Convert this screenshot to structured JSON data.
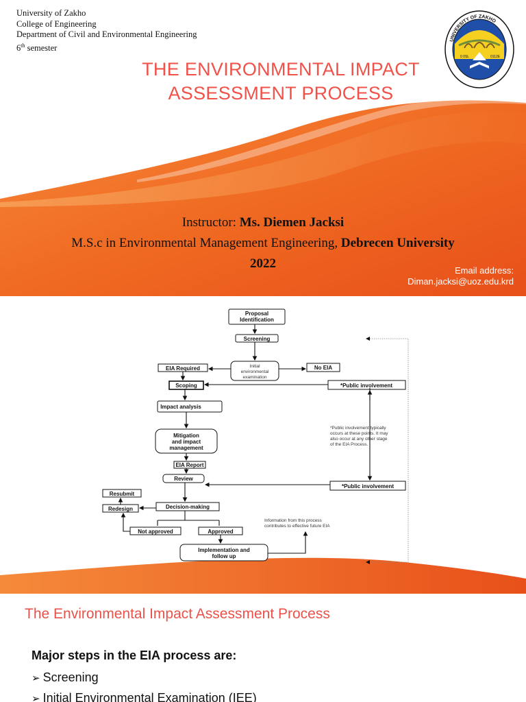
{
  "slide1": {
    "header_lines": [
      "University of Zakho",
      "College of Engineering",
      "Department of Civil and Environmental Engineering"
    ],
    "semester_num": "6",
    "semester_sup": "th",
    "semester_word": " semester",
    "title_line1": "THE ENVIRONMENTAL IMPACT",
    "title_line2": "ASSESSMENT PROCESS",
    "instructor_label": "Instructor: ",
    "instructor_name": "Ms. Diemen Jacksi",
    "degree": "M.S.c in Environmental Management Engineering, ",
    "university": "Debrecen University",
    "year": "2022",
    "email_label": "Email address:",
    "email": "Diman.jacksi@uoz.edu.krd",
    "logo_ring_text": "UNIVERSITY OF ZAKHO",
    "logo_year_left": "0 0SL",
    "logo_year_right": "0112E"
  },
  "slide2": {
    "boxes": {
      "proposal": [
        "Proposal",
        "Identification"
      ],
      "screening": "Screening",
      "eia_required": "EIA Required",
      "initial": [
        "Initial",
        "environmental",
        "examination"
      ],
      "no_eia": "No EIA",
      "scoping": "Scoping",
      "public1": "*Public involvement",
      "impact": "Impact analysis",
      "mitigation": [
        "Mitigation",
        "and impact",
        "management"
      ],
      "eia_report": "EIA Report",
      "review": "Review",
      "public2": "*Public involvement",
      "resubmit": "Resubmit",
      "redesign": "Redesign",
      "decision": "Decision-making",
      "not_approved": "Not approved",
      "approved": "Approved",
      "implementation": [
        "Implementation and",
        "follow up"
      ]
    },
    "note_public": [
      "*Public involvement typically",
      "occurs at these points. It may",
      "also occur at any other stage",
      "of the EIA Process."
    ],
    "note_info": [
      "Information from this process",
      "contributes to effective future EIA"
    ]
  },
  "slide3": {
    "title": "The Environmental Impact Assessment Process",
    "steps_heading": "Major steps in the EIA process are:",
    "steps": [
      "Screening",
      "Initial Environmental Examination (IEE)"
    ]
  },
  "colors": {
    "accent_orange": "#f06420",
    "title_red": "#f0524a"
  }
}
